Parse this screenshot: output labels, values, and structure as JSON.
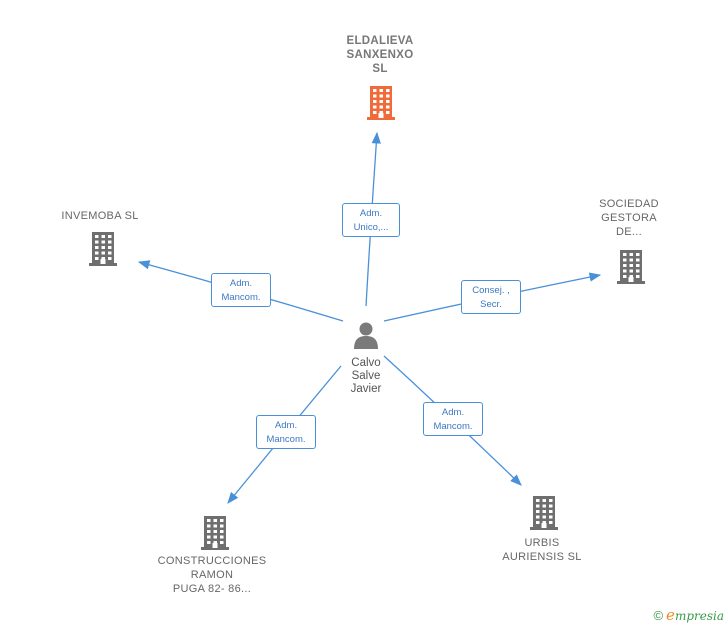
{
  "center": {
    "name_lines": [
      "Calvo",
      "Salve",
      "Javier"
    ],
    "icon": "person-icon"
  },
  "nodes": [
    {
      "id": "eldalieva",
      "lines": [
        "ELDALIEVA",
        "SANXENXO",
        "SL"
      ],
      "highlight": true,
      "icon": "building-icon",
      "color": "#f06b3a"
    },
    {
      "id": "invemoba",
      "lines": [
        "INVEMOBA SL"
      ],
      "highlight": false,
      "icon": "building-icon",
      "color": "#6f6f6f"
    },
    {
      "id": "sociedad",
      "lines": [
        "SOCIEDAD",
        "GESTORA",
        "DE..."
      ],
      "highlight": false,
      "icon": "building-icon",
      "color": "#6f6f6f"
    },
    {
      "id": "construcciones",
      "lines": [
        "CONSTRUCCIONES",
        "RAMON",
        "PUGA 82- 86..."
      ],
      "highlight": false,
      "icon": "building-icon",
      "color": "#6f6f6f"
    },
    {
      "id": "urbis",
      "lines": [
        "URBIS",
        "AURIENSIS SL"
      ],
      "highlight": false,
      "icon": "building-icon",
      "color": "#6f6f6f"
    }
  ],
  "edges": [
    {
      "to": "eldalieva",
      "label_lines": [
        "Adm.",
        "Unico,..."
      ]
    },
    {
      "to": "invemoba",
      "label_lines": [
        "Adm.",
        "Mancom."
      ]
    },
    {
      "to": "sociedad",
      "label_lines": [
        "Consej. ,",
        "Secr."
      ]
    },
    {
      "to": "construcciones",
      "label_lines": [
        "Adm.",
        "Mancom."
      ]
    },
    {
      "to": "urbis",
      "label_lines": [
        "Adm.",
        "Mancom."
      ]
    }
  ],
  "colors": {
    "edge": "#4a90d9",
    "text": "#666666"
  },
  "footer": {
    "copyright_symbol": "©",
    "brand_initial": "e",
    "brand_rest": "mpresia"
  }
}
